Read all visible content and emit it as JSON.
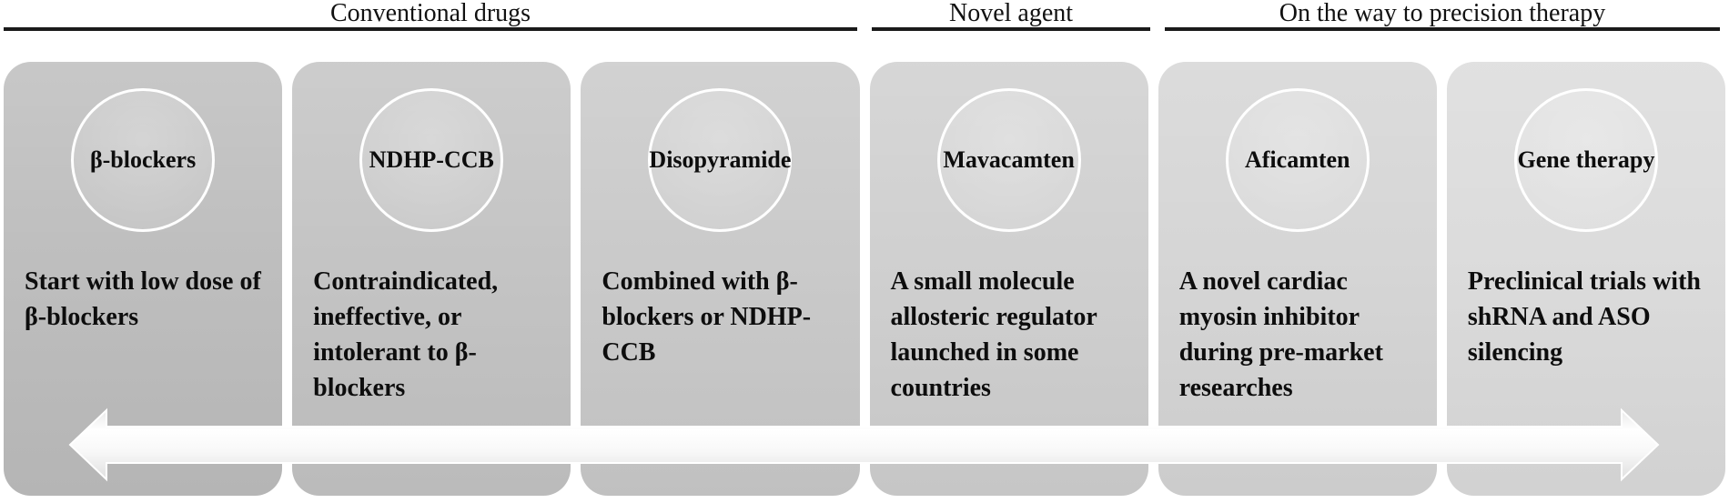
{
  "figure": {
    "groups": [
      {
        "label": "Conventional drugs"
      },
      {
        "label": "Novel agent"
      },
      {
        "label": "On the way to precision therapy"
      }
    ],
    "cards": [
      {
        "circle_label": "β-blockers",
        "description": "Start with low dose of β-blockers",
        "bg": "#bdbdbd"
      },
      {
        "circle_label": "NDHP-CCB",
        "description": "Contraindicated, ineffective, or intolerant to β-blockers",
        "bg": "#c3c3c3"
      },
      {
        "circle_label": "Disopyramide",
        "description": "Combined with β-blockers or NDHP-CCB",
        "bg": "#c9c9c9"
      },
      {
        "circle_label": "Mavacamten",
        "description": "A small molecule allosteric regulator launched in some countries",
        "bg": "#cfcfcf"
      },
      {
        "circle_label": "Aficamten",
        "description": "A novel cardiac myosin inhibitor during pre-market researches",
        "bg": "#d5d5d5"
      },
      {
        "circle_label": "Gene therapy",
        "description": "Preclinical trials with shRNA and ASO silencing",
        "bg": "#dbdbdb"
      }
    ],
    "arrow": {
      "icon": "double-headed-horizontal-arrow",
      "fill_light": "#ffffff",
      "fill_dark": "#e2e2e2"
    },
    "colors": {
      "background": "#ffffff",
      "header_underline": "#1a1a1a",
      "text": "#0d0d0d",
      "circle_border": "#ffffff"
    }
  }
}
